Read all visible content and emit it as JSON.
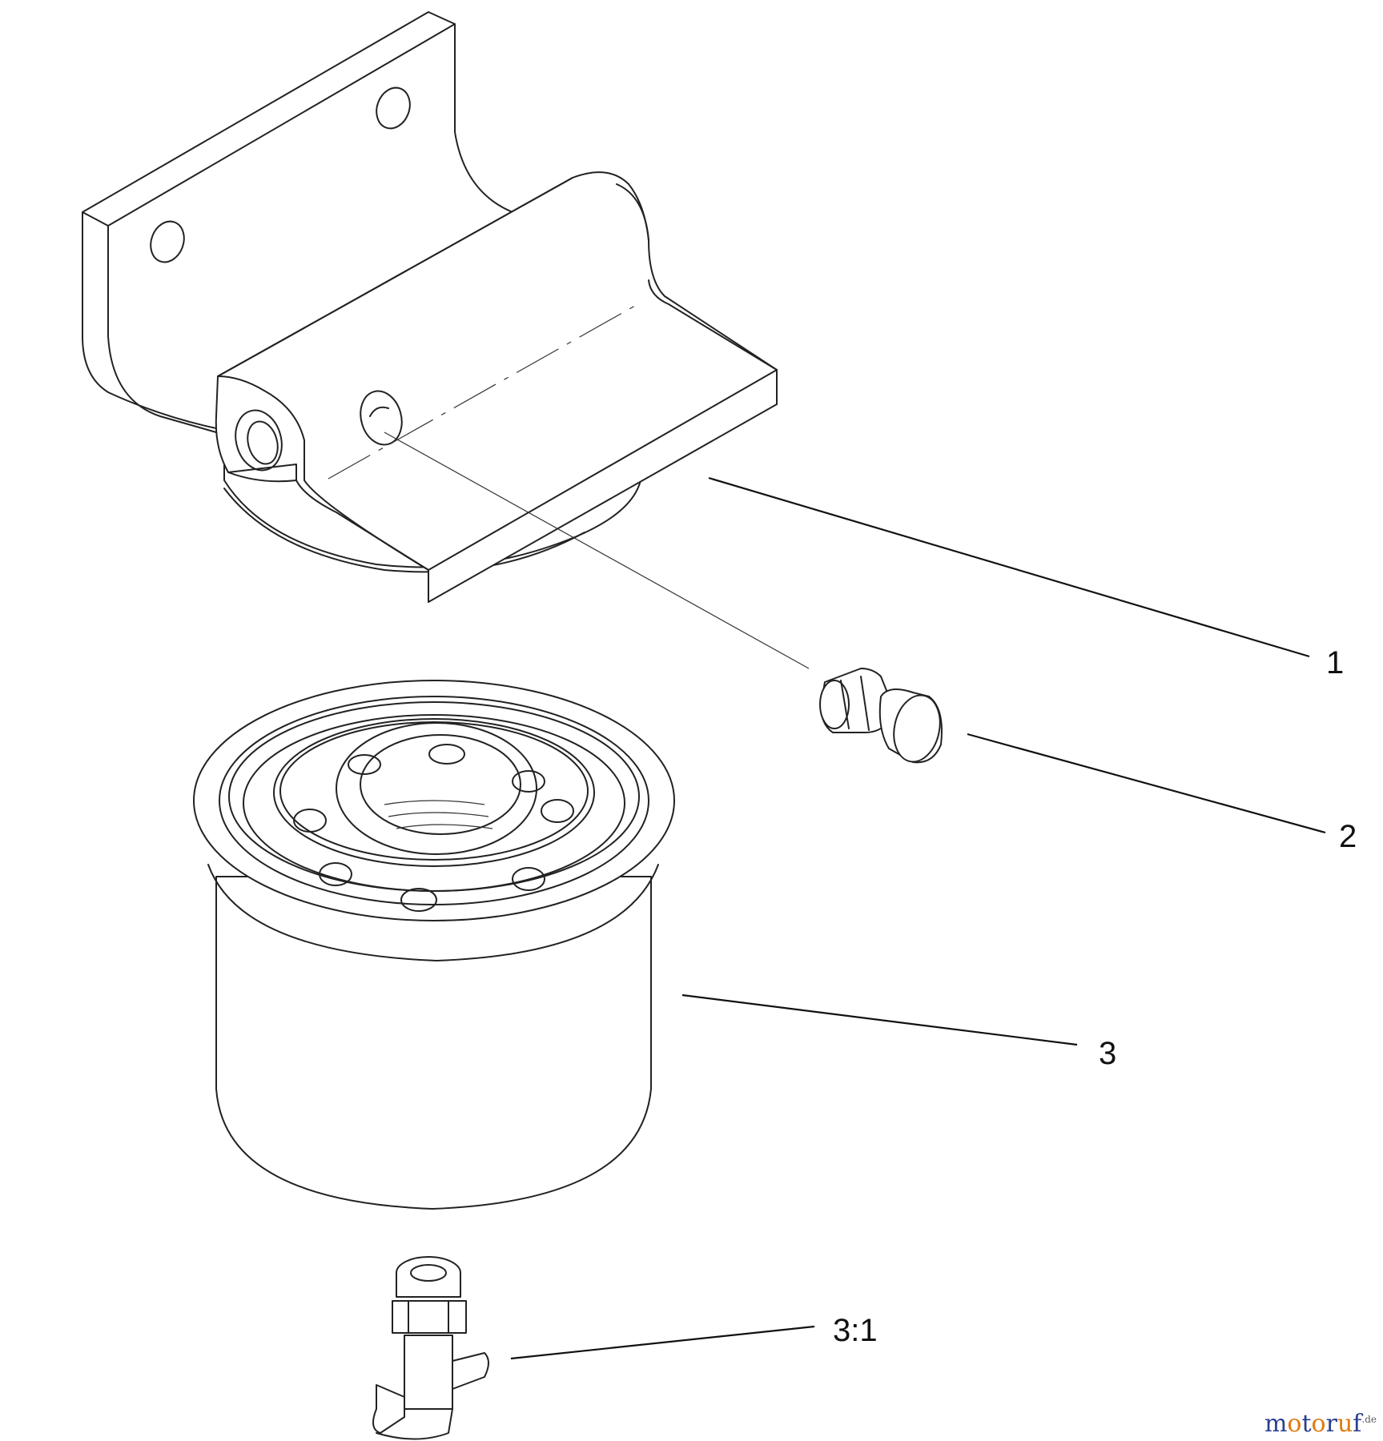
{
  "diagram": {
    "callouts": [
      {
        "id": "c1",
        "label": "1"
      },
      {
        "id": "c2",
        "label": "2"
      },
      {
        "id": "c3",
        "label": "3"
      },
      {
        "id": "c31",
        "label": "3:1"
      }
    ]
  },
  "watermark": {
    "text": "motoruf",
    "tld": ".de",
    "colors": {
      "brand_blue": "#2b3f8f",
      "brand_orange": "#e07b10"
    }
  }
}
